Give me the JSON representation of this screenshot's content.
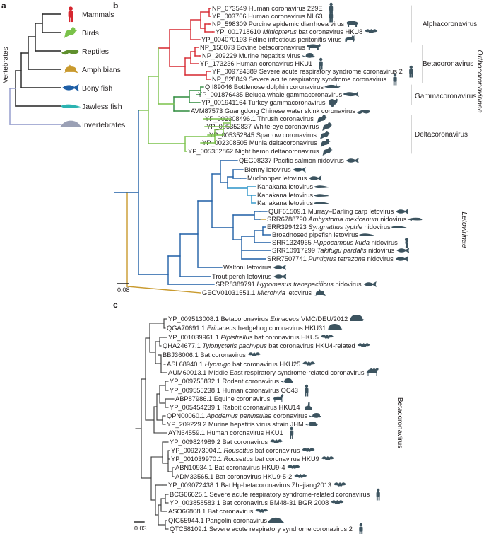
{
  "colors": {
    "alpha": "#d6262f",
    "beta": "#c42a2a",
    "gamma": "#2e8b3d",
    "delta": "#7ac24a",
    "orthoStem": "#8bc34a",
    "leto": "#1f5fa6",
    "leto2": "#2a93c9",
    "gold": "#c99a2e",
    "dark": "#333333",
    "invert": "#8d96c9",
    "icon": "#3d5460"
  },
  "panel_a": {
    "letter": "a",
    "vertebrates_label": "Vertebrates",
    "taxa": [
      "Mammals",
      "Birds",
      "Reptiles",
      "Amphibians",
      "Bony fish",
      "Jawless fish",
      "Invertebrates"
    ]
  },
  "panel_b": {
    "letter": "b",
    "scale": "0.08",
    "groups": {
      "alpha": "Alphacoronavirus",
      "beta": "Betacoronavirus",
      "gamma": "Gammacoronavirus",
      "delta": "Deltacoronavirus",
      "ortho": "Orthocoronavirinae",
      "leto": "Letovirinae"
    },
    "tips": [
      {
        "pre": "NP_073549 Human coronavirus 229E",
        "it": "",
        "post": ""
      },
      {
        "pre": "YP_003766 Human coronavirus NL63",
        "it": "",
        "post": ""
      },
      {
        "pre": "NP_598309 Porcine epidemic diarrhoea virus",
        "it": "",
        "post": ""
      },
      {
        "pre": "YP_001718610 ",
        "it": "Miniopterus",
        "post": " bat coronavirus HKU8"
      },
      {
        "pre": "YP_004070193 Feline infectious peritonitis virus",
        "it": "",
        "post": ""
      },
      {
        "pre": "NP_150073 Bovine betacoronavirus",
        "it": "",
        "post": ""
      },
      {
        "pre": "NP_209229 Murine hepatitis virus",
        "it": "",
        "post": ""
      },
      {
        "pre": "YP_173236 Human coronavirus HKU1",
        "it": "",
        "post": ""
      },
      {
        "pre": "YP_009724389 Severe acute respiratory syndrome coronavirus 2",
        "it": "",
        "post": ""
      },
      {
        "pre": "NP_828849 Severe acute respiratory syndrome coronavirus",
        "it": "",
        "post": ""
      },
      {
        "pre": "QII89046 Bottlenose dolphin coronavirus",
        "it": "",
        "post": ""
      },
      {
        "pre": "YP_001876435 Beluga whale gammacoronavirus",
        "it": "",
        "post": ""
      },
      {
        "pre": "YP_001941164 Turkey gammacoronavirus",
        "it": "",
        "post": ""
      },
      {
        "pre": "AVM87573 Guangdong Chinese water skink coronavirus",
        "it": "",
        "post": ""
      },
      {
        "pre": "YP_002308496.1 Thrush coronavirus",
        "it": "",
        "post": ""
      },
      {
        "pre": "YP_005352837 White-eye coronavirus",
        "it": "",
        "post": ""
      },
      {
        "pre": "YP_005352845 Sparrow coronavirus",
        "it": "",
        "post": ""
      },
      {
        "pre": "YP_002308505 Munia deltacoronavirus",
        "it": "",
        "post": ""
      },
      {
        "pre": "YP_005352862 Night heron deltacoronavirus",
        "it": "",
        "post": ""
      },
      {
        "pre": "QEG08237 Pacific salmon nidovirus",
        "it": "",
        "post": ""
      },
      {
        "pre": "Blenny letovirus",
        "it": "",
        "post": ""
      },
      {
        "pre": "Mudhopper letovirus",
        "it": "",
        "post": ""
      },
      {
        "pre": "Kanakana letovirus",
        "it": "",
        "post": ""
      },
      {
        "pre": "Kanakana letovirus",
        "it": "",
        "post": ""
      },
      {
        "pre": "Kanakana letovirus",
        "it": "",
        "post": ""
      },
      {
        "pre": "QUF61509.1 Murray–Darling carp letovirus",
        "it": "",
        "post": ""
      },
      {
        "pre": "SRR6788790 ",
        "it": "Ambystoma mexicanum",
        "post": " nidovirus"
      },
      {
        "pre": "ERR3994223 ",
        "it": "Syngnathus typhle",
        "post": " nidovirus"
      },
      {
        "pre": "Broadnosed pipefish letovirus",
        "it": "",
        "post": ""
      },
      {
        "pre": "SRR1324965 ",
        "it": "Hippocampus kuda",
        "post": " nidovirus"
      },
      {
        "pre": "SRR10917299 ",
        "it": "Takifugu pardalis",
        "post": " nidovirus"
      },
      {
        "pre": "SRR7507741 ",
        "it": "Puntigrus tetrazona",
        "post": " nidovirus"
      },
      {
        "pre": "Waltoni letovirus",
        "it": "",
        "post": ""
      },
      {
        "pre": "Trout perch letovirus",
        "it": "",
        "post": ""
      },
      {
        "pre": "SRR8389791 ",
        "it": "Hypomesus transpacificus",
        "post": " nidovirus"
      },
      {
        "pre": "GECV01031551.1 ",
        "it": "Microhyla",
        "post": " letovirus"
      }
    ]
  },
  "panel_c": {
    "letter": "c",
    "scale": "0.03",
    "group": "Betacoronavirus",
    "tips": [
      {
        "pre": "YP_009513008.1 Betacoronavirus ",
        "it": "Erinaceus",
        "post": " VMC/DEU/2012"
      },
      {
        "pre": "QGA70691.1 ",
        "it": "Erinaceus",
        "post": " hedgehog coronavirus HKU31"
      },
      {
        "pre": "YP_001039961.1 ",
        "it": "Pipistrellus",
        "post": " bat coronavirus HKU5"
      },
      {
        "pre": "QHA24677.1 ",
        "it": "Tylonycteris pachypus",
        "post": " bat coronavirus HKU4-related"
      },
      {
        "pre": "BBJ36006.1 Bat coronavirus",
        "it": "",
        "post": ""
      },
      {
        "pre": "ASL68940.1 ",
        "it": "Hypsugo",
        "post": " bat coronavirus HKU25"
      },
      {
        "pre": "AUM60013.1 Middle East respiratory syndrome-related coronavirus",
        "it": "",
        "post": ""
      },
      {
        "pre": "YP_009755832.1 Rodent coronavirus",
        "it": "",
        "post": ""
      },
      {
        "pre": "YP_009555238.1 Human coronavirus OC43",
        "it": "",
        "post": ""
      },
      {
        "pre": "ABP87986.1 Equine coronavirus",
        "it": "",
        "post": ""
      },
      {
        "pre": "YP_005454239.1 Rabbit coronavirus HKU14",
        "it": "",
        "post": ""
      },
      {
        "pre": "QPN00060.1 ",
        "it": "Apodemus peninsulae",
        "post": " coronavirus"
      },
      {
        "pre": "YP_209229.2 Murine hepatitis virus strain JHM",
        "it": "",
        "post": ""
      },
      {
        "pre": "AYN64559.1 Human coronavirus HKU1",
        "it": "",
        "post": ""
      },
      {
        "pre": "YP_009824989.2 Bat coronavirus",
        "it": "",
        "post": ""
      },
      {
        "pre": "YP_009273004.1 ",
        "it": "Rousettus",
        "post": " bat coronavirus"
      },
      {
        "pre": "YP_001039970.1 ",
        "it": "Rousettus",
        "post": " bat coronavirus HKU9"
      },
      {
        "pre": "ABN10934.1 Bat coronavirus HKU9-4",
        "it": "",
        "post": ""
      },
      {
        "pre": "ADM33565.1 Bat coronavirus HKU9-5-2",
        "it": "",
        "post": ""
      },
      {
        "pre": "YP_009072438.1 Bat Hp-betacoronavirus Zhejiang2013",
        "it": "",
        "post": ""
      },
      {
        "pre": "BCG66625.1 Severe acute respiratory syndrome-related coronavirus",
        "it": "",
        "post": ""
      },
      {
        "pre": "YP_003858583.1 Bat coronavirus BM48-31 BGR 2008",
        "it": "",
        "post": ""
      },
      {
        "pre": "ASO66808.1 Bat coronavirus",
        "it": "",
        "post": ""
      },
      {
        "pre": "QIG55944.1 Pangolin coronavirus",
        "it": "",
        "post": ""
      },
      {
        "pre": "QTC58109.1 Severe acute respiratory syndrome coronavirus 2",
        "it": "",
        "post": ""
      }
    ]
  }
}
